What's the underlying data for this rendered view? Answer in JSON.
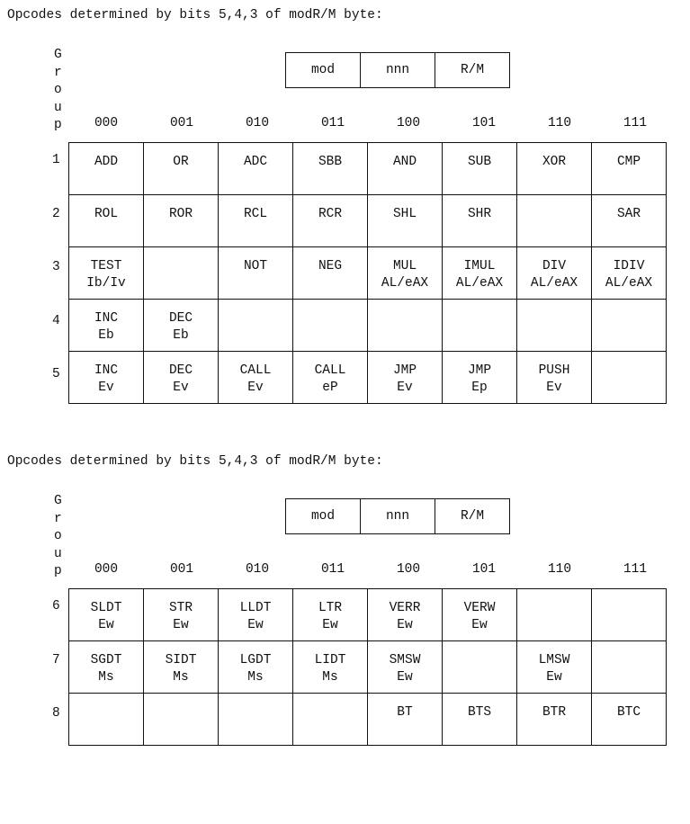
{
  "sections": [
    {
      "title": "Opcodes determined by bits 5,4,3 of modR/M byte:",
      "group_label": [
        "G",
        "r",
        "o",
        "u",
        "p"
      ],
      "modrm": [
        "mod",
        "nnn",
        "R/M"
      ],
      "columns": [
        "000",
        "001",
        "010",
        "011",
        "100",
        "101",
        "110",
        "111"
      ],
      "rows": [
        {
          "group": "1",
          "cells": [
            [
              "ADD",
              ""
            ],
            [
              "OR",
              ""
            ],
            [
              "ADC",
              ""
            ],
            [
              "SBB",
              ""
            ],
            [
              "AND",
              ""
            ],
            [
              "SUB",
              ""
            ],
            [
              "XOR",
              ""
            ],
            [
              "CMP",
              ""
            ]
          ]
        },
        {
          "group": "2",
          "cells": [
            [
              "ROL",
              ""
            ],
            [
              "ROR",
              ""
            ],
            [
              "RCL",
              ""
            ],
            [
              "RCR",
              ""
            ],
            [
              "SHL",
              ""
            ],
            [
              "SHR",
              ""
            ],
            [
              "",
              ""
            ],
            [
              "SAR",
              ""
            ]
          ]
        },
        {
          "group": "3",
          "cells": [
            [
              "TEST",
              "Ib/Iv"
            ],
            [
              "",
              ""
            ],
            [
              "NOT",
              ""
            ],
            [
              "NEG",
              ""
            ],
            [
              "MUL",
              "AL/eAX"
            ],
            [
              "IMUL",
              "AL/eAX"
            ],
            [
              "DIV",
              "AL/eAX"
            ],
            [
              "IDIV",
              "AL/eAX"
            ]
          ]
        },
        {
          "group": "4",
          "cells": [
            [
              "INC",
              "Eb"
            ],
            [
              "DEC",
              "Eb"
            ],
            [
              "",
              ""
            ],
            [
              "",
              ""
            ],
            [
              "",
              ""
            ],
            [
              "",
              ""
            ],
            [
              "",
              ""
            ],
            [
              "",
              ""
            ]
          ]
        },
        {
          "group": "5",
          "cells": [
            [
              "INC",
              "Ev"
            ],
            [
              "DEC",
              "Ev"
            ],
            [
              "CALL",
              "Ev"
            ],
            [
              "CALL",
              "eP"
            ],
            [
              "JMP",
              "Ev"
            ],
            [
              "JMP",
              "Ep"
            ],
            [
              "PUSH",
              "Ev"
            ],
            [
              "",
              ""
            ]
          ]
        }
      ]
    },
    {
      "title": "Opcodes determined by bits 5,4,3 of modR/M byte:",
      "group_label": [
        "G",
        "r",
        "o",
        "u",
        "p"
      ],
      "modrm": [
        "mod",
        "nnn",
        "R/M"
      ],
      "columns": [
        "000",
        "001",
        "010",
        "011",
        "100",
        "101",
        "110",
        "111"
      ],
      "rows": [
        {
          "group": "6",
          "cells": [
            [
              "SLDT",
              "Ew"
            ],
            [
              "STR",
              "Ew"
            ],
            [
              "LLDT",
              "Ew"
            ],
            [
              "LTR",
              "Ew"
            ],
            [
              "VERR",
              "Ew"
            ],
            [
              "VERW",
              "Ew"
            ],
            [
              "",
              ""
            ],
            [
              "",
              ""
            ]
          ]
        },
        {
          "group": "7",
          "cells": [
            [
              "SGDT",
              "Ms"
            ],
            [
              "SIDT",
              "Ms"
            ],
            [
              "LGDT",
              "Ms"
            ],
            [
              "LIDT",
              "Ms"
            ],
            [
              "SMSW",
              "Ew"
            ],
            [
              "",
              ""
            ],
            [
              "LMSW",
              "Ew"
            ],
            [
              "",
              ""
            ]
          ]
        },
        {
          "group": "8",
          "cells": [
            [
              "",
              ""
            ],
            [
              "",
              ""
            ],
            [
              "",
              ""
            ],
            [
              "",
              ""
            ],
            [
              "BT",
              ""
            ],
            [
              "BTS",
              ""
            ],
            [
              "BTR",
              ""
            ],
            [
              "BTC",
              ""
            ]
          ]
        }
      ]
    }
  ]
}
